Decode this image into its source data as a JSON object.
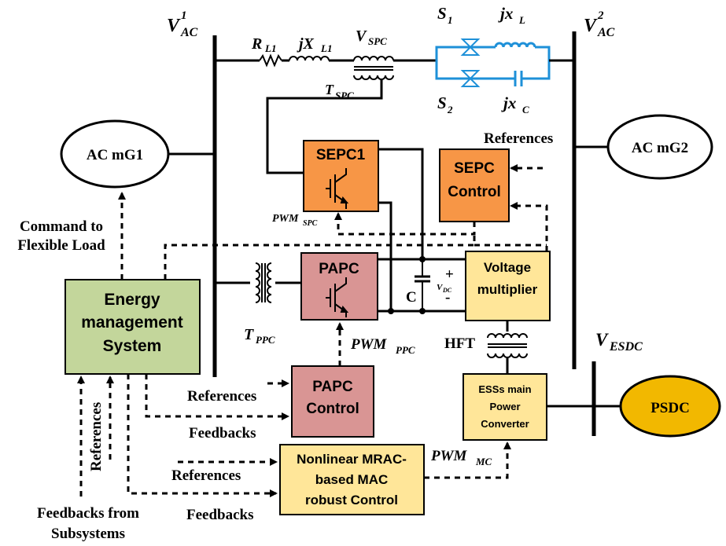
{
  "labels": {
    "vac1": "V",
    "vac1_sup": "1",
    "vac1_sub": "AC",
    "vac2": "V",
    "vac2_sup": "2",
    "vac2_sub": "AC",
    "rl1": "R",
    "rl1_sub": "L1",
    "jxl1": "jX",
    "jxl1_sub": "L1",
    "vspc": "V",
    "vspc_sub": "SPC",
    "tspc": "T",
    "tspc_sub": "SPC",
    "s1": "S",
    "s1_sub": "1",
    "s2": "S",
    "s2_sub": "2",
    "jxl": "jx",
    "jxl_sub": "L",
    "jxc": "jx",
    "jxc_sub": "C",
    "references_top": "References",
    "pwm_spc": "PWM",
    "pwm_spc_sub": "SPC",
    "cap_c": "C",
    "vdc": "V",
    "vdc_sub": "DC",
    "plus": "+",
    "minus": "-",
    "tppc": "T",
    "tppc_sub": "PPC",
    "pwm_ppc": "PWM",
    "pwm_ppc_sub": "PPC",
    "hft": "HFT",
    "vesdc": "V",
    "vesdc_sub": "ESDC",
    "references_papc": "References",
    "feedbacks_papc": "Feedbacks",
    "pwm_mc": "PWM",
    "pwm_mc_sub": "MC",
    "references_mrac": "References",
    "feedbacks_mrac": "Feedbacks",
    "references_vertical": "References",
    "command_line1": "Command to",
    "command_line2": "Flexible Load",
    "feedbacks_from_line1": "Feedbacks from",
    "feedbacks_from_line2": "Subsystems"
  },
  "nodes": {
    "ac_mg1": "AC mG1",
    "ac_mg2": "AC mG2",
    "psdc": "PSDC",
    "sepc1": "SEPC1",
    "sepc_control_line1": "SEPC",
    "sepc_control_line2": "Control",
    "papc": "PAPC",
    "papc_control_line1": "PAPC",
    "papc_control_line2": "Control",
    "voltage_multiplier_line1": "Voltage",
    "voltage_multiplier_line2": "multiplier",
    "ess_converter_line1": "ESSs main",
    "ess_converter_line2": "Power",
    "ess_converter_line3": "Converter",
    "mrac_line1": "Nonlinear MRAC-",
    "mrac_line2": "based MAC",
    "mrac_line3": "robust Control",
    "ems_line1": "Energy",
    "ems_line2": "management",
    "ems_line3": "System"
  },
  "colors": {
    "orange": "#f79646",
    "pink": "#d99594",
    "green": "#c3d69b",
    "cream": "#ffe699",
    "psdc": "#f2b800",
    "switch_blue": "#1e90d8"
  }
}
